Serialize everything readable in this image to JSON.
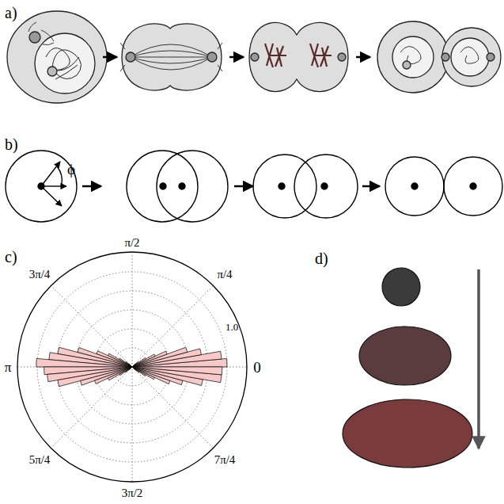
{
  "diagram": {
    "labels": [
      "a)",
      "b)",
      "ϕ",
      "c)",
      "π/2",
      "3π/4",
      "π/4",
      "π",
      "0",
      "1.0",
      "5π/4",
      "7π/4",
      "3π/2",
      "d)"
    ]
  }
}
